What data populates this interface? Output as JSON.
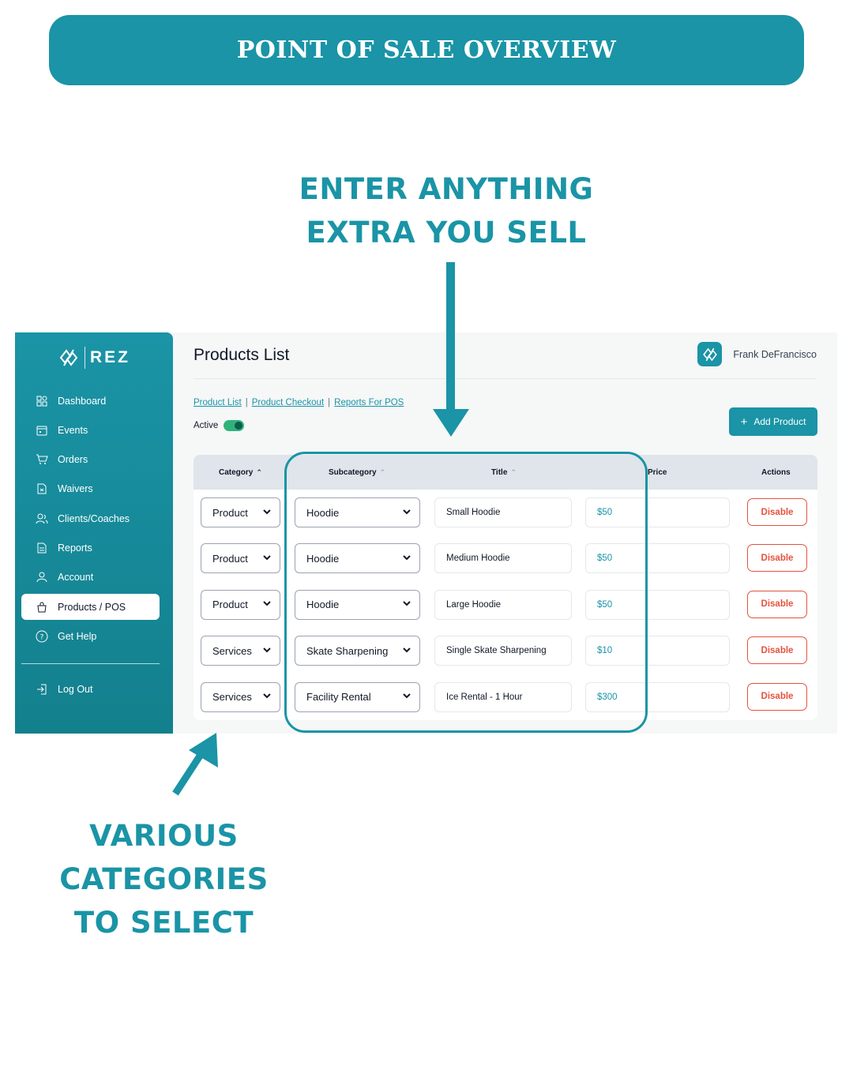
{
  "banner": {
    "title": "POINT OF SALE OVERVIEW"
  },
  "callouts": {
    "top": [
      "ENTER ANYTHING",
      "EXTRA YOU SELL"
    ],
    "bottom": [
      "VARIOUS",
      "CATEGORIES",
      "TO SELECT"
    ]
  },
  "colors": {
    "accent": "#1a94a6",
    "danger": "#e5533d",
    "toggle_on": "#2fb37a"
  },
  "app": {
    "logo_text": "REZ",
    "page_title": "Products List",
    "user_name": "Frank DeFrancisco",
    "nav": [
      {
        "label": "Dashboard",
        "icon": "dashboard-icon"
      },
      {
        "label": "Events",
        "icon": "calendar-icon"
      },
      {
        "label": "Orders",
        "icon": "cart-icon"
      },
      {
        "label": "Waivers",
        "icon": "document-icon"
      },
      {
        "label": "Clients/Coaches",
        "icon": "users-icon"
      },
      {
        "label": "Reports",
        "icon": "report-icon"
      },
      {
        "label": "Account",
        "icon": "user-icon"
      },
      {
        "label": "Products / POS",
        "icon": "bag-icon",
        "active": true
      },
      {
        "label": "Get Help",
        "icon": "help-icon"
      }
    ],
    "logout_label": "Log Out",
    "links": [
      "Product List",
      "Product Checkout",
      "Reports For POS"
    ],
    "active_label": "Active",
    "add_product_label": "Add Product",
    "table": {
      "headers": {
        "category": "Category",
        "subcategory": "Subcategory",
        "title": "Title",
        "price": "Price",
        "actions": "Actions"
      },
      "rows": [
        {
          "category": "Product",
          "subcategory": "Hoodie",
          "title": "Small Hoodie",
          "price": "$50",
          "action": "Disable"
        },
        {
          "category": "Product",
          "subcategory": "Hoodie",
          "title": "Medium Hoodie",
          "price": "$50",
          "action": "Disable"
        },
        {
          "category": "Product",
          "subcategory": "Hoodie",
          "title": "Large Hoodie",
          "price": "$50",
          "action": "Disable"
        },
        {
          "category": "Services",
          "subcategory": "Skate Sharpening",
          "title": "Single Skate Sharpening",
          "price": "$10",
          "action": "Disable"
        },
        {
          "category": "Services",
          "subcategory": "Facility Rental",
          "title": "Ice Rental - 1 Hour",
          "price": "$300",
          "action": "Disable"
        }
      ]
    }
  }
}
